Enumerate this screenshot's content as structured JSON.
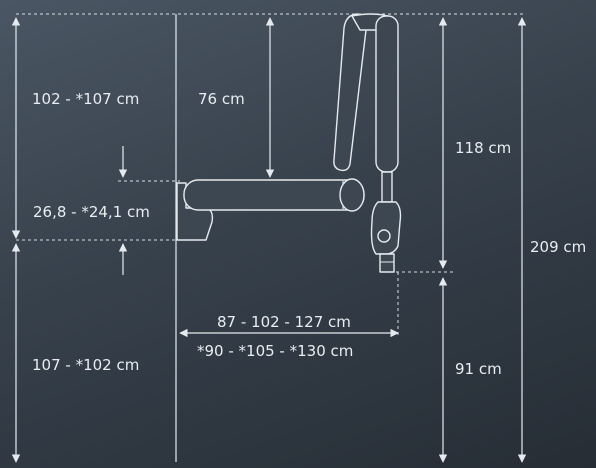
{
  "labels": {
    "left_upper": "102 - *107 cm",
    "left_lower": "107 - *102 cm",
    "arm_thickness": "26,8 - *24,1 cm",
    "top_gap": "76 cm",
    "right_upper": "118 cm",
    "right_lower": "91 cm",
    "total_height": "209 cm",
    "reach_primary": "87 - 102 - 127 cm",
    "reach_secondary": "*90 - *105 - *130 cm"
  },
  "colors": {
    "line": "#e6eaee",
    "dashed": "#d7dce1",
    "device_fill": "#3d4752",
    "device_stroke": "#e6eaee"
  }
}
